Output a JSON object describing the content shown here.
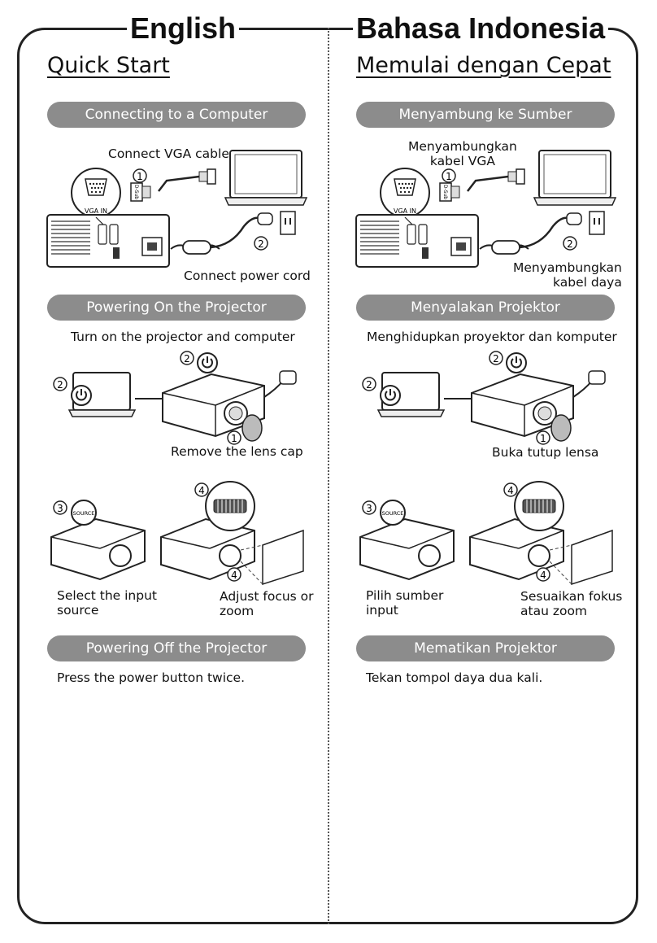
{
  "headers": {
    "left_lang": "English",
    "right_lang": "Bahasa Indonesia"
  },
  "left": {
    "title": "Quick Start",
    "sections": [
      "Connecting to a Computer",
      "Powering On the Projector",
      "Powering Off the Projector"
    ],
    "connect_vga": "Connect VGA cable",
    "connect_power": "Connect power cord",
    "turn_on": "Turn on the projector and computer",
    "remove_cap": "Remove the lens cap",
    "select_source": [
      "Select the input",
      "source"
    ],
    "adjust_focus": [
      "Adjust focus or",
      "zoom"
    ],
    "press_power": "Press the power button twice."
  },
  "right": {
    "title": "Memulai dengan Cepat",
    "sections": [
      "Menyambung ke Sumber",
      "Menyalakan Projektor",
      "Mematikan Projektor"
    ],
    "connect_vga": [
      "Menyambungkan",
      "kabel VGA"
    ],
    "connect_power": [
      "Menyambungkan",
      "kabel daya"
    ],
    "turn_on": "Menghidupkan proyektor dan komputer",
    "remove_cap": "Buka tutup lensa",
    "select_source": [
      "Pilih sumber",
      "input"
    ],
    "adjust_focus": [
      "Sesuaikan fokus",
      "atau zoom"
    ],
    "press_power": "Tekan tompol daya dua kali."
  },
  "illustration_labels": {
    "vga_in": "VGA IN",
    "source": "SOURCE",
    "dsub": "D-Sub",
    "steps": [
      "1",
      "2",
      "3",
      "4"
    ]
  }
}
